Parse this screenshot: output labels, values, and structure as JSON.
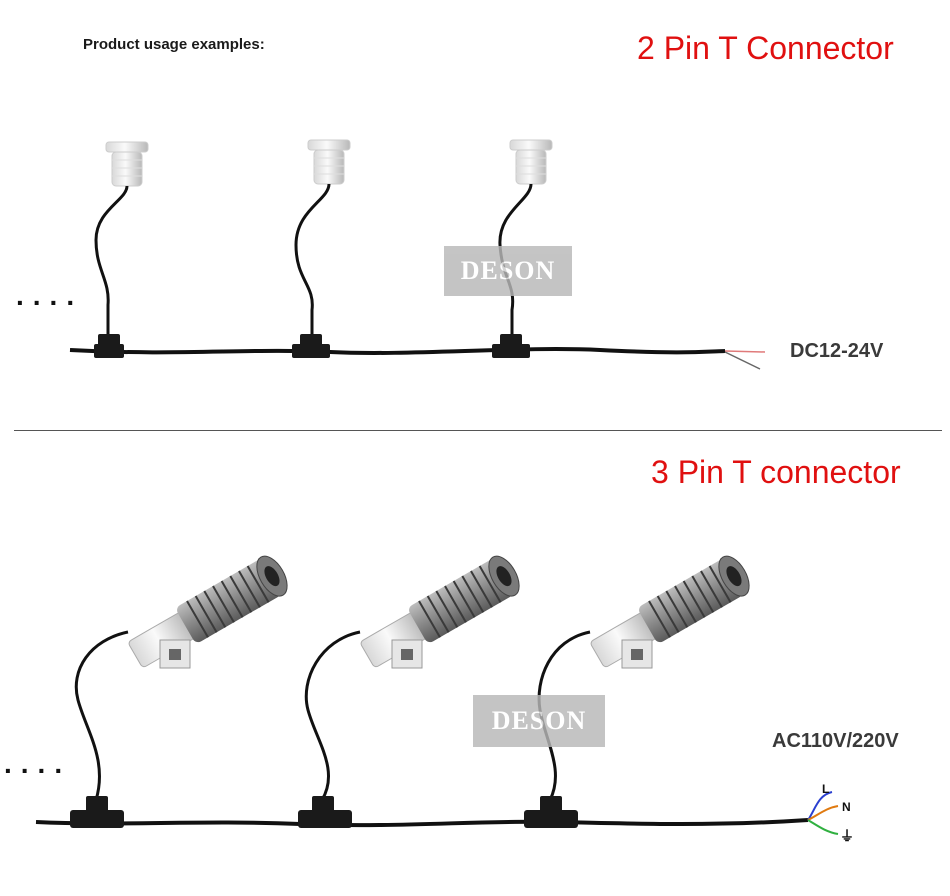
{
  "header": {
    "usage_label": "Product usage examples:"
  },
  "section_2pin": {
    "title": "2 Pin T Connector",
    "voltage": "DC12-24V",
    "watermark": "DESON",
    "continuation": "...."
  },
  "section_3pin": {
    "title": "3 Pin T connector",
    "voltage": "AC110V/220V",
    "watermark": "DESON",
    "continuation": "....",
    "wire_labels": {
      "live": "L",
      "neutral": "N",
      "ground": "⏚"
    }
  },
  "colors": {
    "title_red": "#e01010",
    "cable": "#111111",
    "live_wire": "#2a3fd0",
    "neutral_wire": "#e07a10",
    "ground_wire": "#30b040"
  }
}
